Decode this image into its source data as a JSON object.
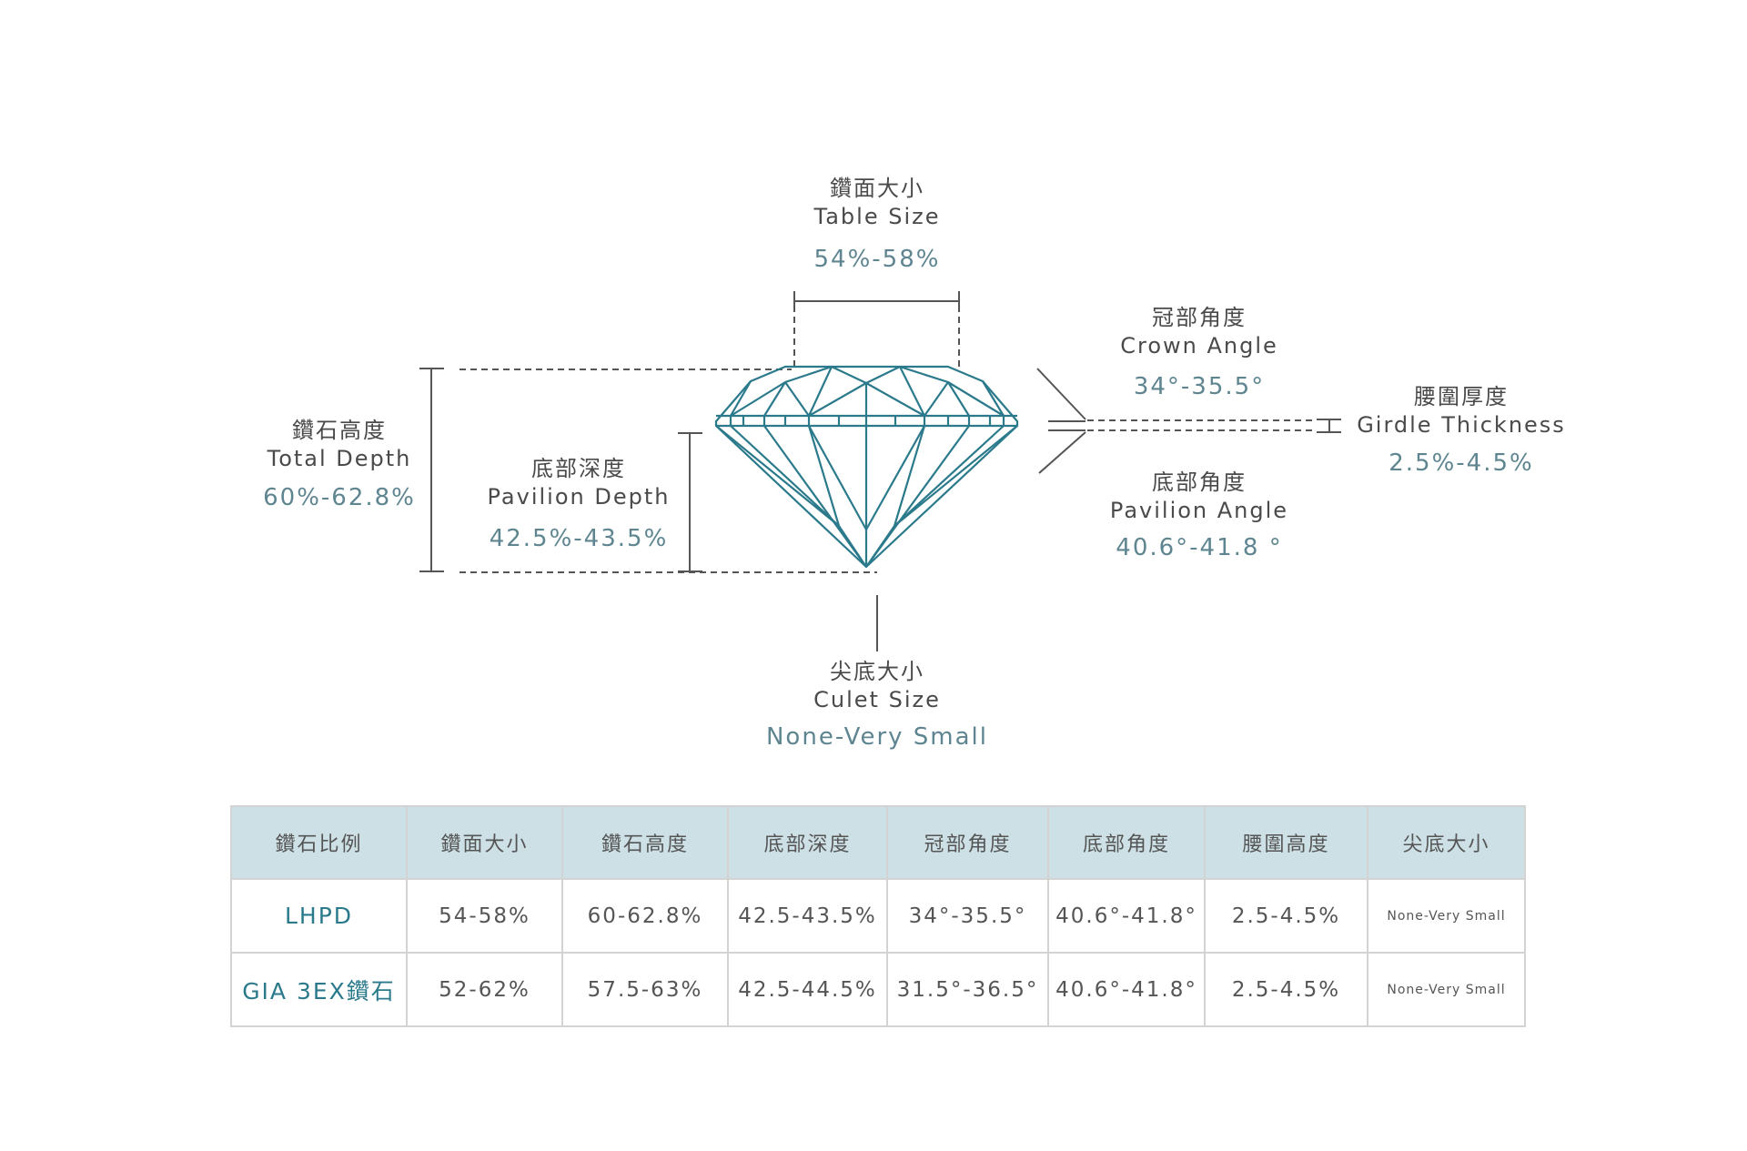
{
  "colors": {
    "gem": "#2b7a8c",
    "label": "#4a4a4a",
    "value": "#5e8590",
    "header_bg": "#cde0e5"
  },
  "table_size": {
    "zh": "鑽面大小",
    "en": "Table Size",
    "value": "54%-58%"
  },
  "crown_angle": {
    "zh": "冠部角度",
    "en": "Crown Angle",
    "value": "34°-35.5°"
  },
  "girdle_thickness": {
    "zh": "腰圍厚度",
    "en": "Girdle Thickness",
    "value": "2.5%-4.5%"
  },
  "total_depth": {
    "zh": "鑽石高度",
    "en": "Total Depth",
    "value": "60%-62.8%"
  },
  "pavilion_depth": {
    "zh": "底部深度",
    "en": "Pavilion Depth",
    "value": "42.5%-43.5%"
  },
  "pavilion_angle": {
    "zh": "底部角度",
    "en": "Pavilion Angle",
    "value": "40.6°-41.8 °"
  },
  "culet_size": {
    "zh": "尖底大小",
    "en": "Culet Size",
    "value": "None-Very Small"
  },
  "table": {
    "headers": [
      "鑽石比例",
      "鑽面大小",
      "鑽石高度",
      "底部深度",
      "冠部角度",
      "底部角度",
      "腰圍高度",
      "尖底大小"
    ],
    "rows": [
      [
        "LHPD",
        "54-58%",
        "60-62.8%",
        "42.5-43.5%",
        "34°-35.5°",
        "40.6°-41.8°",
        "2.5-4.5%",
        "None-Very Small"
      ],
      [
        "GIA 3EX鑽石",
        "52-62%",
        "57.5-63%",
        "42.5-44.5%",
        "31.5°-36.5°",
        "40.6°-41.8°",
        "2.5-4.5%",
        "None-Very Small"
      ]
    ]
  }
}
